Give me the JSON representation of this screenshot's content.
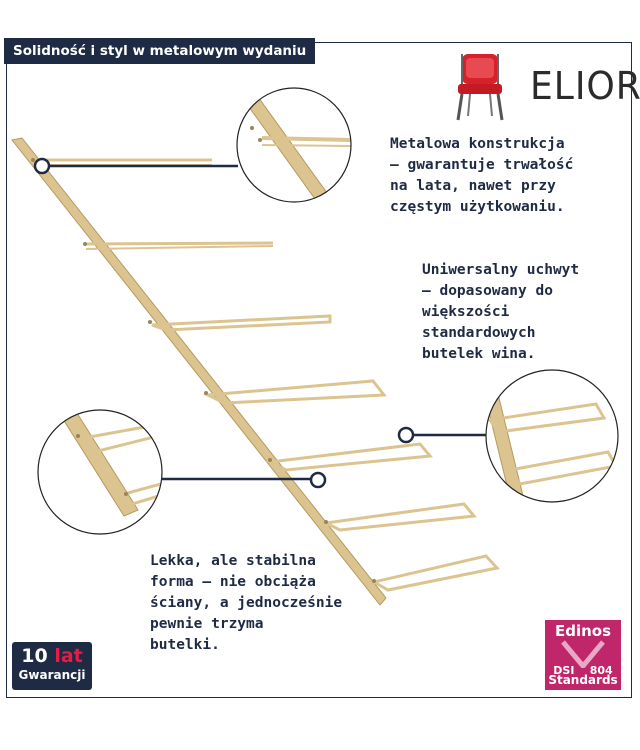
{
  "header": {
    "title": "Solidność i styl w metalowym wydaniu"
  },
  "brand": {
    "name": "ELIOR",
    "icon": "chair-icon",
    "accent": "#d6202a"
  },
  "callouts": {
    "top": [
      "Metalowa konstrukcja",
      "– gwarantuje trwałość",
      "na lata, nawet przy",
      "częstym użytkowaniu."
    ],
    "middle": [
      "Uniwersalny uchwyt",
      "– dopasowany do",
      "większości",
      "standardowych",
      "butelek wina."
    ],
    "bottom": [
      "Lekka, ale stabilna",
      "forma – nie obciąża",
      "ściany, a jednocześnie",
      "pewnie trzyma",
      "butelki."
    ]
  },
  "warranty": {
    "years": "10 lat",
    "label": "Gwarancji"
  },
  "certification": {
    "name": "Edinos",
    "code_left": "DSI",
    "code_right": "804",
    "label": "Standards",
    "color": "#c0266a"
  },
  "colors": {
    "navy": "#1f2a44",
    "gold": "#dcc490",
    "gold_dark": "#b59a5e"
  }
}
